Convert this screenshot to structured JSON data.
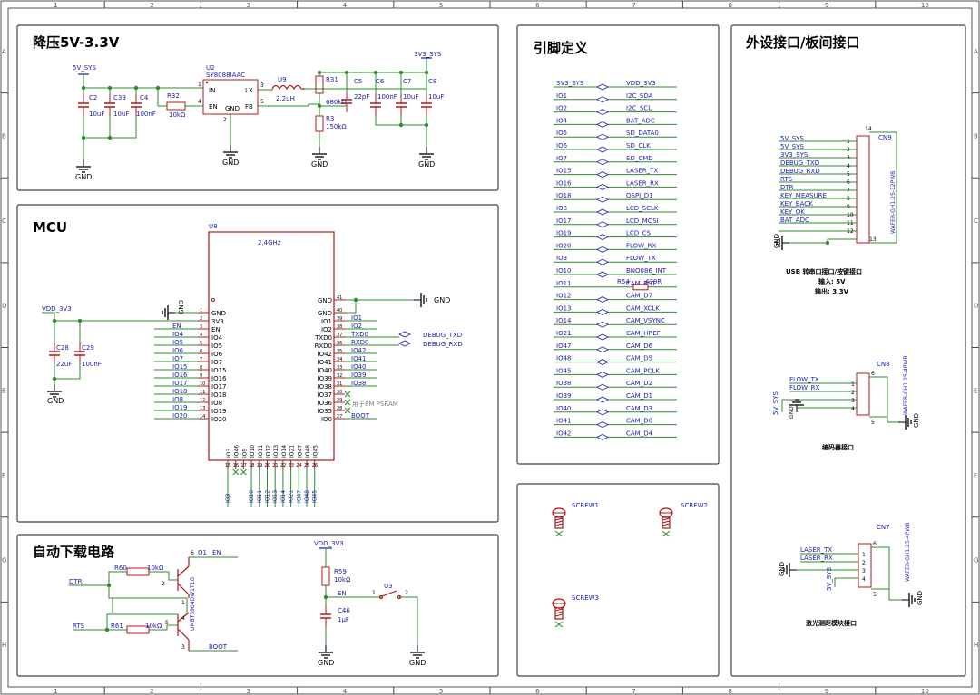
{
  "colors": {
    "wire": "#2e8b2e",
    "net": "#1a1ab4",
    "component": "#b01818",
    "ground": "#222222",
    "border": "#444444",
    "gray_note": "#808080"
  },
  "frame": {
    "columns": [
      "1",
      "2",
      "3",
      "4",
      "5",
      "6",
      "7",
      "8",
      "9",
      "10"
    ],
    "rows": [
      "A",
      "B",
      "C",
      "D",
      "E",
      "F",
      "G",
      "H"
    ]
  },
  "sections": {
    "buck": "降压5V-3.3V",
    "mcu": "MCU",
    "autodl": "自动下载电路",
    "pins": "引脚定义",
    "ext": "外设接口/板间接口"
  },
  "buck": {
    "net_5v": "5V_SYS",
    "net_3v3": "3V3_SYS",
    "ic_ref": "U2",
    "ic_part": "SY8088IAAC",
    "ic_pin_in": "IN",
    "ic_pin_en": "EN",
    "ic_pin_gnd": "GND",
    "ic_pin_lx": "LX",
    "ic_pin_fb": "FB",
    "ic_num_in": "1",
    "ic_num_en": "4",
    "ic_num_gnd": "2",
    "ic_num_lx": "3",
    "ic_num_fb": "5",
    "inductor_ref": "U9",
    "inductor_val": "2.2uH",
    "c2_ref": "C2",
    "c2_val": "10uF",
    "c39_ref": "C39",
    "c39_val": "10uF",
    "c4_ref": "C4",
    "c4_val": "100nF",
    "r32_ref": "R32",
    "r32_val": "10kΩ",
    "r31_ref": "R31",
    "r31_val": "680kΩ",
    "r3_ref": "R3",
    "r3_val": "150kΩ",
    "c5_ref": "C5",
    "c5_val": "22pF",
    "c6_ref": "C6",
    "c6_val": "100nF",
    "c7_ref": "C7",
    "c7_val": "10uF",
    "c8_ref": "C8",
    "c8_val": "10uF",
    "gnd": "GND"
  },
  "mcu": {
    "ref": "U8",
    "freq": "2.4GHz",
    "net_vdd": "VDD_3V3",
    "c28_ref": "C28",
    "c28_val": "22uF",
    "c29_ref": "C29",
    "c29_val": "100nF",
    "gnd": "GND",
    "left_nets": [
      "EN",
      "IO4",
      "IO5",
      "IO6",
      "IO7",
      "IO15",
      "IO16",
      "IO17",
      "IO18",
      "IO8",
      "IO19",
      "IO20"
    ],
    "left_pins": [
      "GND",
      "3V3",
      "EN",
      "IO4",
      "IO5",
      "IO6",
      "IO7",
      "IO15",
      "IO16",
      "IO17",
      "IO18",
      "IO8",
      "IO19",
      "IO20"
    ],
    "left_nums": [
      "1",
      "2",
      "3",
      "4",
      "5",
      "6",
      "7",
      "8",
      "9",
      "10",
      "11",
      "12",
      "13",
      "14"
    ],
    "right_pins": [
      "GND",
      "GND",
      "IO1",
      "IO2",
      "TXD0",
      "RXD0",
      "IO42",
      "IO41",
      "IO40",
      "IO39",
      "IO38",
      "IO37",
      "IO36",
      "IO35",
      "IO0"
    ],
    "right_nums": [
      "41",
      "40",
      "39",
      "38",
      "37",
      "36",
      "35",
      "34",
      "33",
      "32",
      "31",
      "30",
      "29",
      "28",
      "27"
    ],
    "right_nets": [
      "GND",
      "",
      "IO1",
      "IO2",
      "TXD0",
      "RXD0",
      "IO42",
      "IO41",
      "IO40",
      "IO39",
      "IO38",
      "",
      "",
      "",
      "BOOT"
    ],
    "debug_txd": "DEBUG_TXD",
    "debug_rxd": "DEBUG_RXD",
    "psram_note": "用于8M PSRAM",
    "bottom_pins": [
      "IO3",
      "IO46",
      "IO9",
      "IO10",
      "IO11",
      "IO12",
      "IO13",
      "IO14",
      "IO21",
      "IO47",
      "IO48",
      "IO45"
    ],
    "bottom_nums": [
      "15",
      "16",
      "17",
      "18",
      "19",
      "20",
      "21",
      "22",
      "23",
      "24",
      "25",
      "26"
    ],
    "bottom_nets": [
      "IO3",
      "",
      "",
      "IO10",
      "IO11",
      "IO12",
      "IO13",
      "IO14",
      "IO21",
      "IO47",
      "IO48",
      "IO45"
    ]
  },
  "autodl": {
    "q1_ref": "Q1",
    "q1_part": "UMBT3904DW1T1G",
    "r60_ref": "R60",
    "r60_val": "10kΩ",
    "r61_ref": "R61",
    "r61_val": "10kΩ",
    "dtr": "DTR",
    "rts": "RTS",
    "en": "EN",
    "boot": "BOOT",
    "net_vdd": "VDD_3V3",
    "r59_ref": "R59",
    "r59_val": "10kΩ",
    "c46_ref": "C46",
    "c46_val": "1μF",
    "u3_ref": "U3",
    "gnd": "GND",
    "pin1": "1",
    "pin2": "2",
    "pin3": "3",
    "pin4": "4",
    "pin5": "5",
    "pin6": "6"
  },
  "pins": [
    {
      "left": "3V3_SYS",
      "right": "VDD_3V3"
    },
    {
      "left": "IO1",
      "right": "I2C_SDA"
    },
    {
      "left": "IO2",
      "right": "I2C_SCL"
    },
    {
      "left": "IO4",
      "right": "BAT_ADC"
    },
    {
      "left": "IO5",
      "right": "SD_DATA0"
    },
    {
      "left": "IO6",
      "right": "SD_CLK"
    },
    {
      "left": "IO7",
      "right": "SD_CMD"
    },
    {
      "left": "IO15",
      "right": "LASER_TX"
    },
    {
      "left": "IO16",
      "right": "LASER_RX"
    },
    {
      "left": "IO18",
      "right": "QSPI_D1"
    },
    {
      "left": "IO8",
      "right": "LCD_SCLK"
    },
    {
      "left": "IO17",
      "right": "LCD_MOSI"
    },
    {
      "left": "IO19",
      "right": "LCD_CS"
    },
    {
      "left": "IO20",
      "right": "FLOW_RX"
    },
    {
      "left": "IO3",
      "right": "FLOW_TX"
    },
    {
      "left": "IO10",
      "right": "BNO086_INT"
    },
    {
      "left": "IO11",
      "right": "CAM_RST"
    },
    {
      "left": "IO12",
      "right": "CAM_D7"
    },
    {
      "left": "IO13",
      "right": "CAM_XCLK"
    },
    {
      "left": "IO14",
      "right": "CAM_VSYNC"
    },
    {
      "left": "IO21",
      "right": "CAM_HREF"
    },
    {
      "left": "IO47",
      "right": "CAM_D6"
    },
    {
      "left": "IO48",
      "right": "CAM_D5"
    },
    {
      "left": "IO45",
      "right": "CAM_PCLK"
    },
    {
      "left": "IO38",
      "right": "CAM_D2"
    },
    {
      "left": "IO39",
      "right": "CAM_D1"
    },
    {
      "left": "IO40",
      "right": "CAM_D3"
    },
    {
      "left": "IO41",
      "right": "CAM_D0"
    },
    {
      "left": "IO42",
      "right": "CAM_D4"
    }
  ],
  "pins_r54_ref": "R54",
  "pins_r54_val": "470R",
  "screws": [
    "SCREW1",
    "SCREW2",
    "SCREW3"
  ],
  "ext": {
    "cn9_ref": "CN9",
    "cn9_part": "WAFER-GH1.25-12PWB",
    "cn9_nets": [
      "5V_SYS",
      "5V_SYS",
      "3V3_SYS",
      "DEBUG_TXD",
      "DEBUG_RXD",
      "RTS",
      "DTR",
      "KEY_MEASURE",
      "KEY_BACK",
      "KEY_OK",
      "BAT_ADC",
      ""
    ],
    "cn9_nums": [
      "1",
      "2",
      "3",
      "4",
      "5",
      "6",
      "7",
      "8",
      "9",
      "10",
      "11",
      "12"
    ],
    "cn9_extra_13": "13",
    "cn9_extra_14": "14",
    "cn9_caption_1": "USB 转串口接口/按键接口",
    "cn9_caption_2": "输入: 5V",
    "cn9_caption_3": "输出: 3.3V",
    "gnd": "GND",
    "cn8_ref": "CN8",
    "cn8_part": "WAFER-GH1.25-4PWB",
    "cn8_nets": [
      "FLOW_TX",
      "FLOW_RX"
    ],
    "cn8_vcc": "5V_SYS",
    "cn8_nums": [
      "1",
      "2",
      "3",
      "4",
      "5",
      "6"
    ],
    "cn8_caption": "编码器接口",
    "cn7_ref": "CN7",
    "cn7_part": "WAFER-GH1.25-4PWB",
    "cn7_nets": [
      "LASER_TX",
      "LASER_RX"
    ],
    "cn7_vcc": "5V_SYS",
    "cn7_nums": [
      "1",
      "2",
      "3",
      "4",
      "5",
      "6"
    ],
    "cn7_caption": "激光测距模块接口"
  }
}
